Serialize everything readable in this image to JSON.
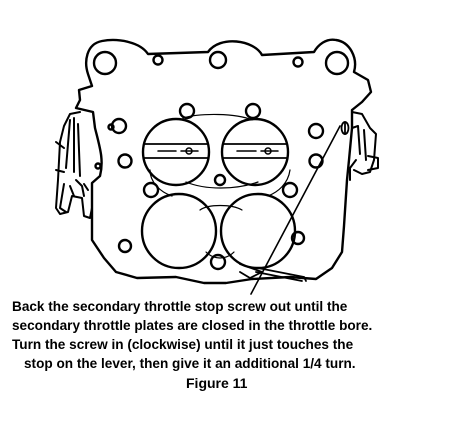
{
  "caption": {
    "lines": [
      "Back the secondary throttle stop screw out until the",
      "secondary throttle plates are closed in the throttle bore.",
      "Turn the screw in (clockwise) until it just touches the",
      "stop on the lever, then give it an additional 1/4 turn."
    ],
    "figure_label": "Figure 11"
  },
  "colors": {
    "ink": "#000000",
    "background": "#ffffff"
  },
  "diagram": {
    "subject": "carburetor base (throttle body) top view",
    "parts": [
      "carburetor-base-flange",
      "primary-bore-left",
      "primary-bore-right",
      "secondary-bore-left",
      "secondary-bore-right",
      "throttle-linkage-left",
      "throttle-linkage-right",
      "secondary-throttle-stop-screw",
      "leader-line"
    ]
  }
}
